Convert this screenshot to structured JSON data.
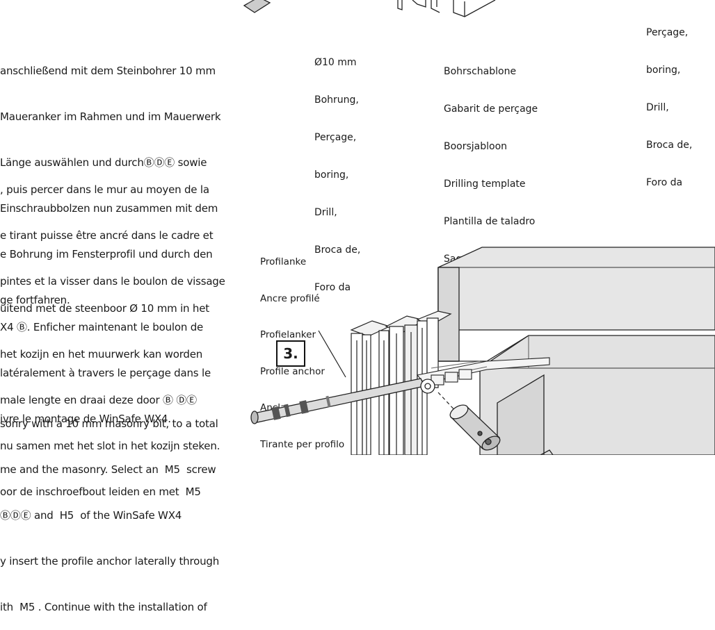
{
  "text_de": [
    "anschließend mit dem Steinbohrer 10 mm",
    "Maueranker im Rahmen und im Mauerwerk",
    "Länge auswählen und durchⒷⒹⒺ sowie",
    "Einschraubbolzen nun zusammen mit dem",
    "e Bohrung im Fensterprofil und durch den",
    "ge fortfahren."
  ],
  "text_fr": [
    ", puis percer dans le mur au moyen de la",
    "e tirant puisse être ancré dans le cadre et",
    "pintes et la visser dans le boulon de vissage",
    "X4 Ⓑ. Enficher maintenant le boulon de",
    "latéralement à travers le perçage dans le",
    "ivre le montage de WinSafe WX4."
  ],
  "text_nl": [
    "uitend met de steenboor Ø 10 mm in het",
    "het kozijn en het muurwerk kan worden",
    "male lengte en draai deze door Ⓑ ⒹⒺ",
    "nu samen met het slot in het kozijn steken.",
    "oor de inschroefbout leiden en met  M5"
  ],
  "text_en": [
    "sonry with a 10 mm masonry bit, to a total",
    "me and the masonry. Select an  M5  screw",
    "ⒷⒹⒺ and  H5  of the WinSafe WX4",
    "y insert the profile anchor laterally through",
    "ith  M5 . Continue with the installation of"
  ],
  "drill_caption": [
    "Ø10 mm",
    "Bohrung,",
    "Perçage,",
    "boring,",
    "Drill,",
    "Broca de,",
    "Foro da"
  ],
  "template_caption": [
    "Bohrschablone",
    "Gabarit de perçage",
    "Boorsjabloon",
    "Drilling template",
    "Plantilla de taladro",
    "Sagoma di foratura"
  ],
  "right_caption": [
    "Perçage,",
    "boring,",
    "Drill,",
    "Broca de,",
    "Foro da"
  ],
  "anchor_caption": [
    "Profilanke",
    "Ancre profilé",
    "Profielanker",
    "Profile anchor",
    "Ancla perfil",
    "Tirante per profilo"
  ],
  "step_label": "3."
}
